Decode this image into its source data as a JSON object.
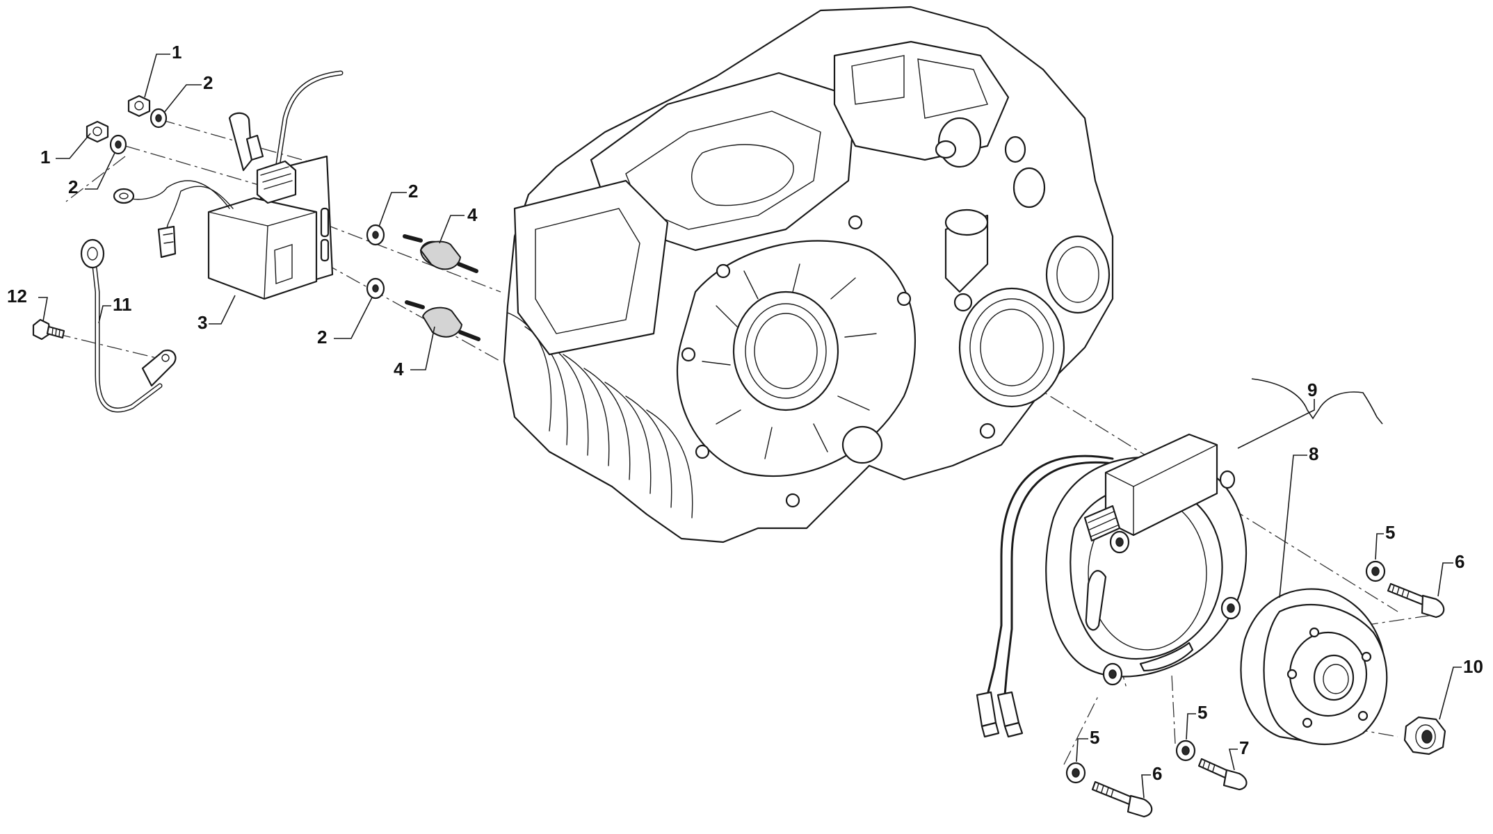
{
  "diagram": {
    "type": "exploded parts diagram",
    "callouts": {
      "c1a": "1",
      "c1b": "1",
      "c2a": "2",
      "c2b": "2",
      "c2c": "2",
      "c2d": "2",
      "c3": "3",
      "c4a": "4",
      "c4b": "4",
      "c5a": "5",
      "c5b": "5",
      "c5c": "5",
      "c6a": "6",
      "c6b": "6",
      "c7": "7",
      "c8": "8",
      "c9": "9",
      "c10": "10",
      "c11": "11",
      "c12": "12"
    }
  }
}
